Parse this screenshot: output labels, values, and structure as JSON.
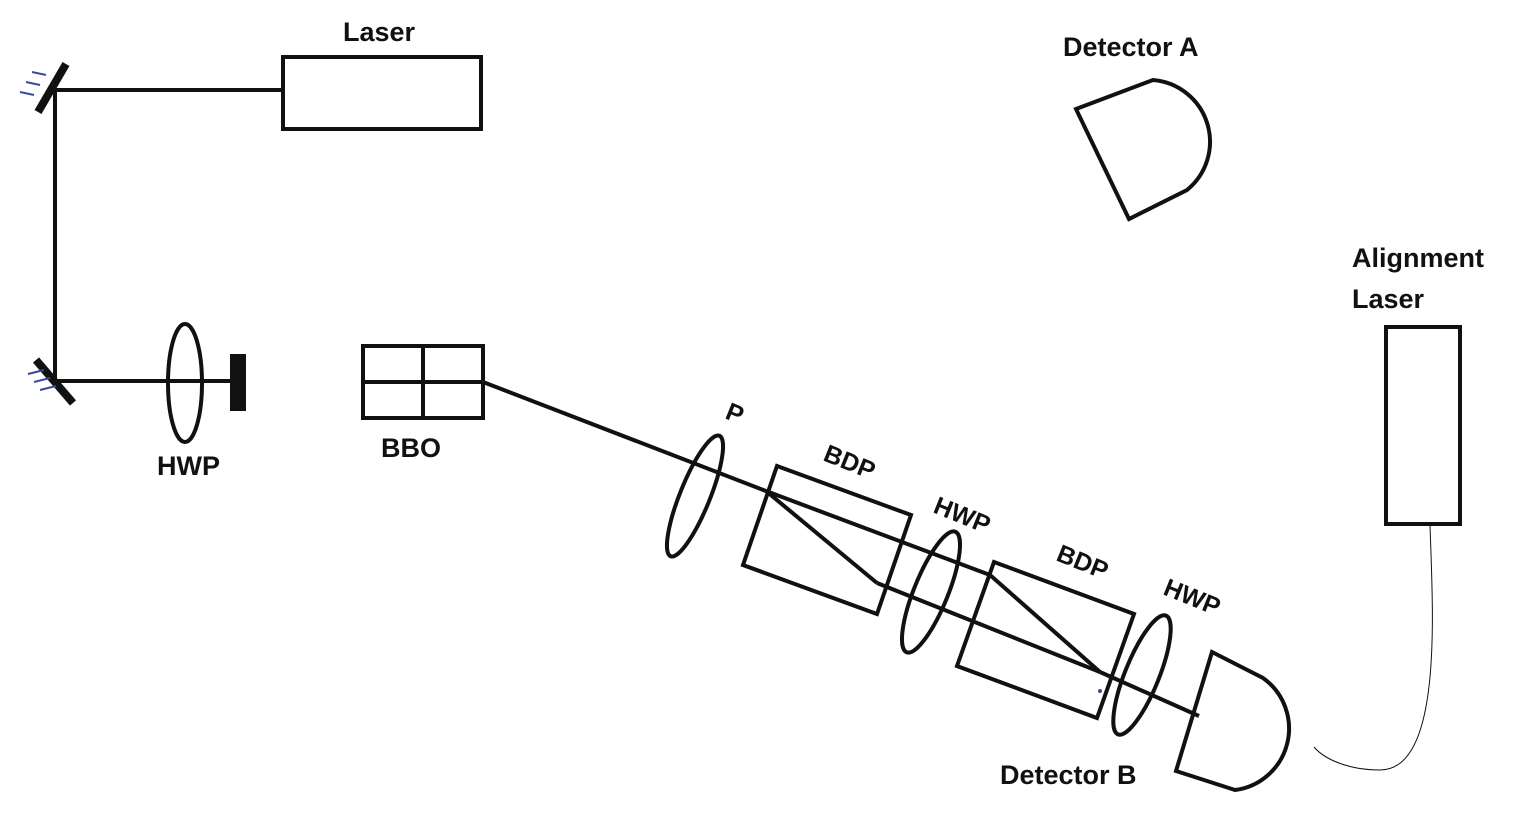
{
  "labels": {
    "laser": "Laser",
    "detector_a": "Detector A",
    "alignment_laser_line1": "Alignment",
    "alignment_laser_line2": "Laser",
    "hwp_1": "HWP",
    "bbo": "BBO",
    "polarizer": "P",
    "bdp_1": "BDP",
    "hwp_2": "HWP",
    "bdp_2": "BDP",
    "hwp_3": "HWP",
    "detector_b": "Detector B"
  },
  "colors": {
    "stroke": "#111111",
    "mirror_hatch": "#3a4a9a"
  }
}
